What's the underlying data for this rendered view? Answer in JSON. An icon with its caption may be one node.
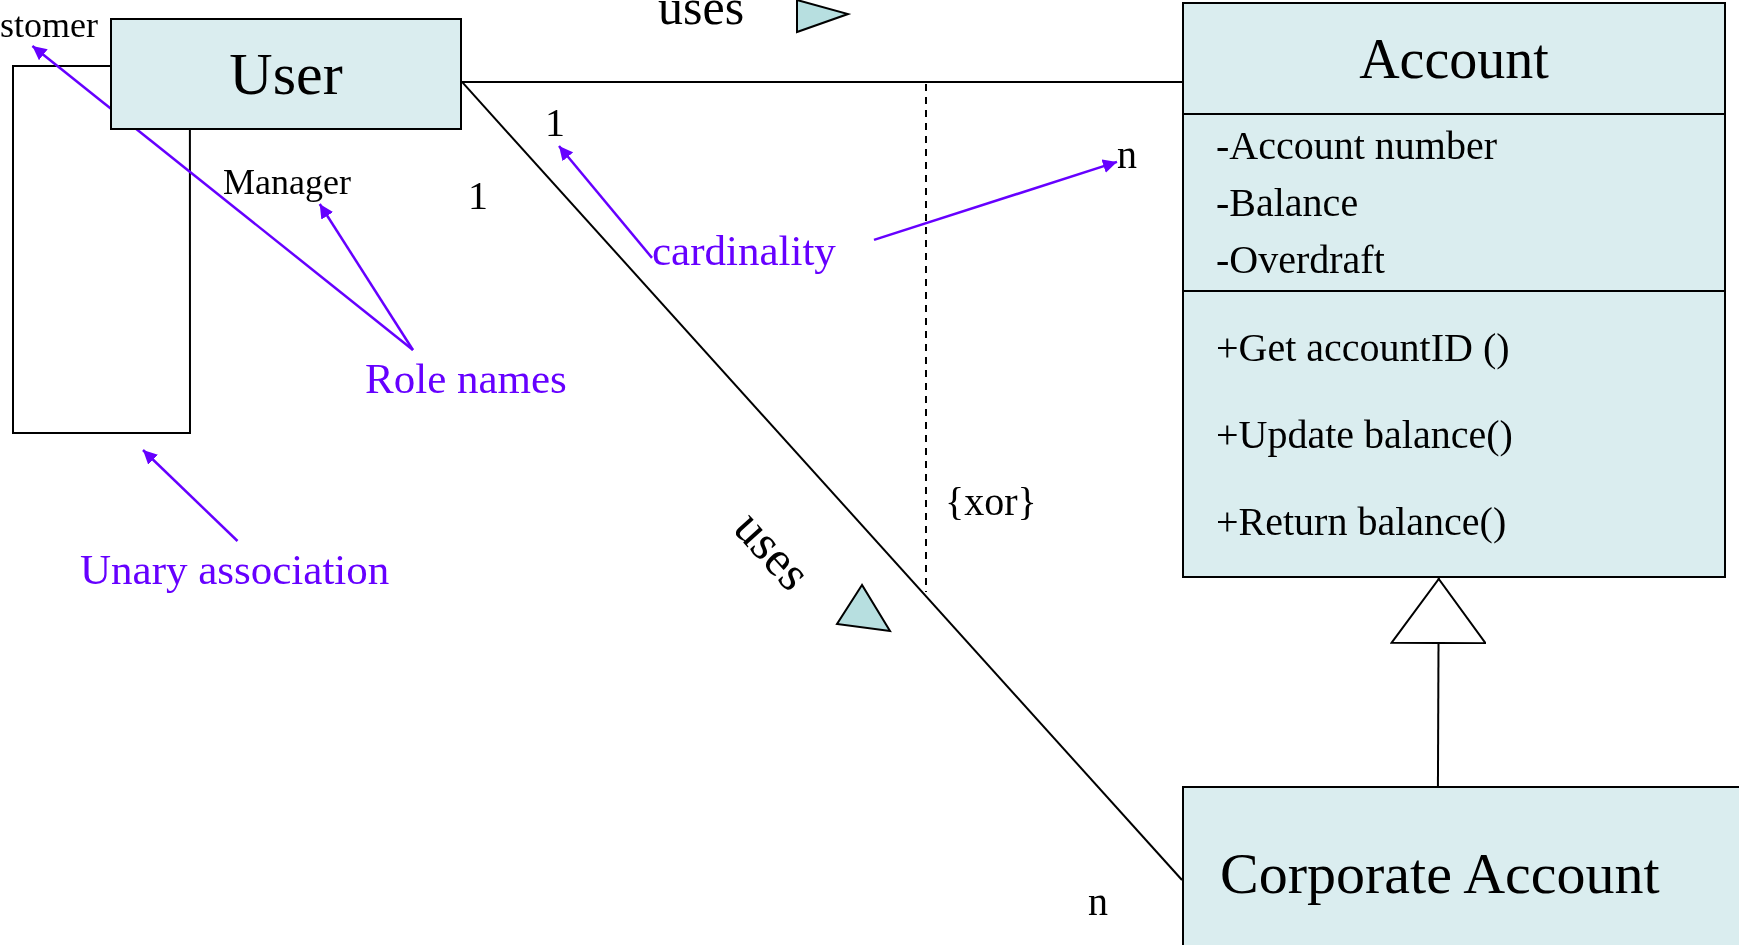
{
  "diagram": {
    "nodes": [
      {
        "text": [
          "User"
        ]
      },
      {
        "text": [
          "Account",
          "-Account number",
          "-Balance",
          "-Overdraft",
          "+Get accountID ()",
          "+Update balance()",
          "+Return balance()"
        ]
      },
      {
        "text": [
          "Corporate Account"
        ]
      },
      {
        "text": [
          "cardinality"
        ]
      },
      {
        "text": [
          "1"
        ]
      },
      {
        "text": [
          "n"
        ]
      },
      {
        "text": [
          "Role names"
        ]
      },
      {
        "text": [
          "stomer"
        ]
      },
      {
        "text": [
          "Manager"
        ]
      },
      {
        "text": [
          "Unary association"
        ]
      }
    ],
    "edges": [
      {
        "from": 0,
        "to": 1,
        "arrow": "none",
        "color": "#000000"
      },
      {
        "from": 0,
        "to": 2,
        "arrow": "none",
        "color": "#000000"
      },
      {
        "from": 2,
        "to": 1,
        "arrow": "to",
        "color": "#000000"
      },
      {
        "from": 0,
        "to": 0,
        "arrow": "none",
        "color": "#000000"
      },
      {
        "from": 3,
        "to": 4,
        "arrow": "to",
        "color": "#6600ff"
      },
      {
        "from": 3,
        "to": 5,
        "arrow": "to",
        "color": "#6600ff"
      },
      {
        "from": 6,
        "to": 7,
        "arrow": "to",
        "color": "#6600ff"
      },
      {
        "from": 6,
        "to": 8,
        "arrow": "to",
        "color": "#6600ff"
      },
      {
        "from": 9,
        "to": null,
        "arrow": "to",
        "color": "#6600ff"
      }
    ],
    "labels": [
      "uses",
      "1",
      "uses",
      "{xor}",
      "n"
    ]
  }
}
